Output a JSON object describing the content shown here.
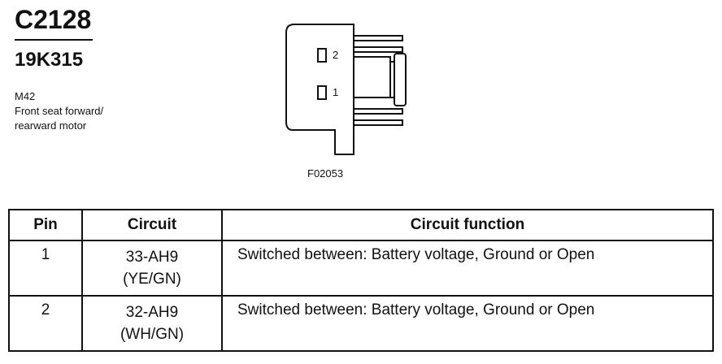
{
  "header": {
    "connector_id": "C2128",
    "part_number": "19K315",
    "location_code": "M42",
    "description_line1": "Front seat forward/",
    "description_line2": "rearward motor"
  },
  "figure": {
    "code": "F02053",
    "pin_labels": [
      "2",
      "1"
    ]
  },
  "table": {
    "headers": {
      "pin": "Pin",
      "circuit": "Circuit",
      "function": "Circuit function"
    },
    "rows": [
      {
        "pin": "1",
        "circuit": "33-AH9",
        "color": "(YE/GN)",
        "function": "Switched between: Battery voltage, Ground or Open"
      },
      {
        "pin": "2",
        "circuit": "32-AH9",
        "color": "(WH/GN)",
        "function": "Switched between: Battery voltage, Ground or Open"
      }
    ]
  }
}
